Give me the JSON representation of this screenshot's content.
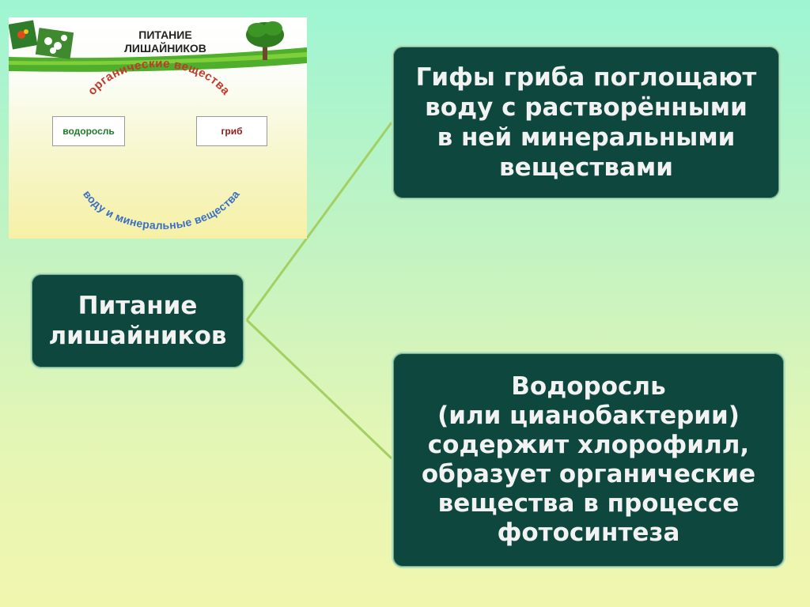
{
  "inset": {
    "title_lines": [
      "ПИТАНИЕ",
      "ЛИШАЙНИКОВ"
    ],
    "arc_top_text": "органические вещества",
    "arc_bottom_text": "воду и минеральные вещества",
    "label_left": "водоросль",
    "label_right": "гриб",
    "colors": {
      "arc_top": "#c0392b",
      "arc_bottom": "#3a6fc4",
      "label_left": "#1f7a2a",
      "label_right": "#8a1c1c"
    }
  },
  "center": {
    "lines": [
      "Питание",
      "лишайников"
    ]
  },
  "top_box": {
    "lines": [
      "Гифы гриба поглощают",
      "воду с растворёнными",
      "в ней минеральными",
      "веществами"
    ]
  },
  "bottom_box": {
    "lines": [
      "Водоросль",
      "(или цианобактерии)",
      "содержит хлорофилл,",
      "образует органические",
      "вещества в процессе",
      "фотосинтеза"
    ]
  },
  "colors": {
    "box_fill": "#0d473d",
    "box_text": "#f2f2f2",
    "connector": "#9ccb5a"
  }
}
